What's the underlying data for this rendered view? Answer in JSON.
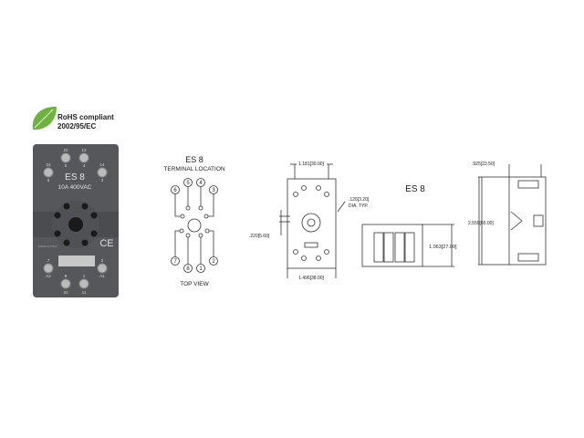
{
  "badge": {
    "line1": "RoHS compliant",
    "line2": "2002/95/EC",
    "icon": "leaf-icon",
    "color": "#5aa02c"
  },
  "photo": {
    "model": "ES 8",
    "rating": "10A 400VAC",
    "top_terminals": [
      "22",
      "12",
      "24",
      "14"
    ],
    "top_subs": [
      "5",
      "4",
      "6",
      "3"
    ],
    "bottom_terminals": [
      "7",
      "2",
      "8",
      "1"
    ],
    "bottom_subs": [
      "A2",
      "A1",
      "21",
      "11"
    ],
    "made_in": "MADE IN ITALY",
    "ce": "CE"
  },
  "terminal_diagram": {
    "title": "ES 8",
    "subtitle": "TERMINAL LOCATION",
    "pins": [
      "1",
      "2",
      "3",
      "4",
      "5",
      "6",
      "7",
      "8"
    ],
    "footer": "TOP VIEW"
  },
  "dimensions": {
    "title": "ES 8",
    "front_width_top": "1.181[30.00]",
    "hole_dia": ".126[3.20]",
    "hole_dia_note": "DIA. TYP.",
    "hole_offset": ".220[5.60]",
    "front_width_bottom": "1.496[38.00]",
    "side_height": "1.063[27.00]",
    "depth_top": ".925[23.50]",
    "total_height": "2.559[65.00]"
  }
}
